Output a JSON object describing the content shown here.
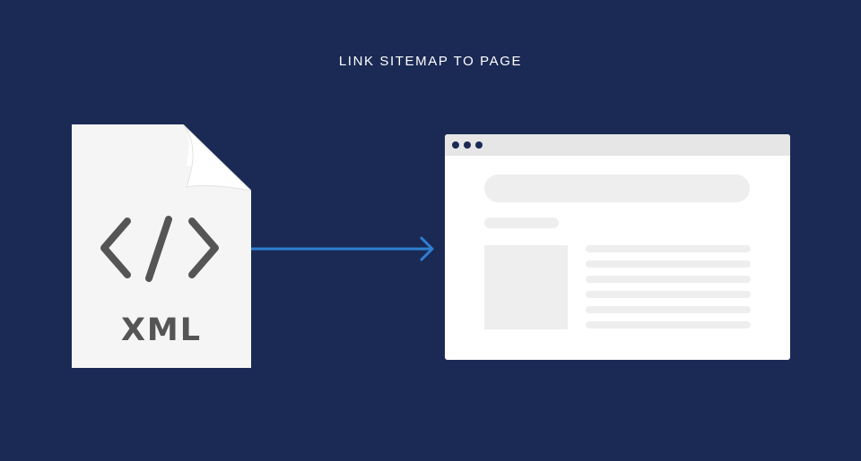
{
  "page": {
    "title": "LINK SITEMAP TO PAGE"
  },
  "source_file": {
    "icon": "code-icon",
    "label": "XML"
  },
  "connector": {
    "icon": "arrow-right-icon",
    "color": "#2f7fd4"
  },
  "target_page": {
    "window_dots": 3,
    "content_lines": 6
  },
  "colors": {
    "background": "#1b2a55",
    "file": "#f5f5f5",
    "file_fold": "#ffffff",
    "glyph": "#555555",
    "browser_bar": "#e6e6e6",
    "placeholder": "#eeeeee"
  }
}
